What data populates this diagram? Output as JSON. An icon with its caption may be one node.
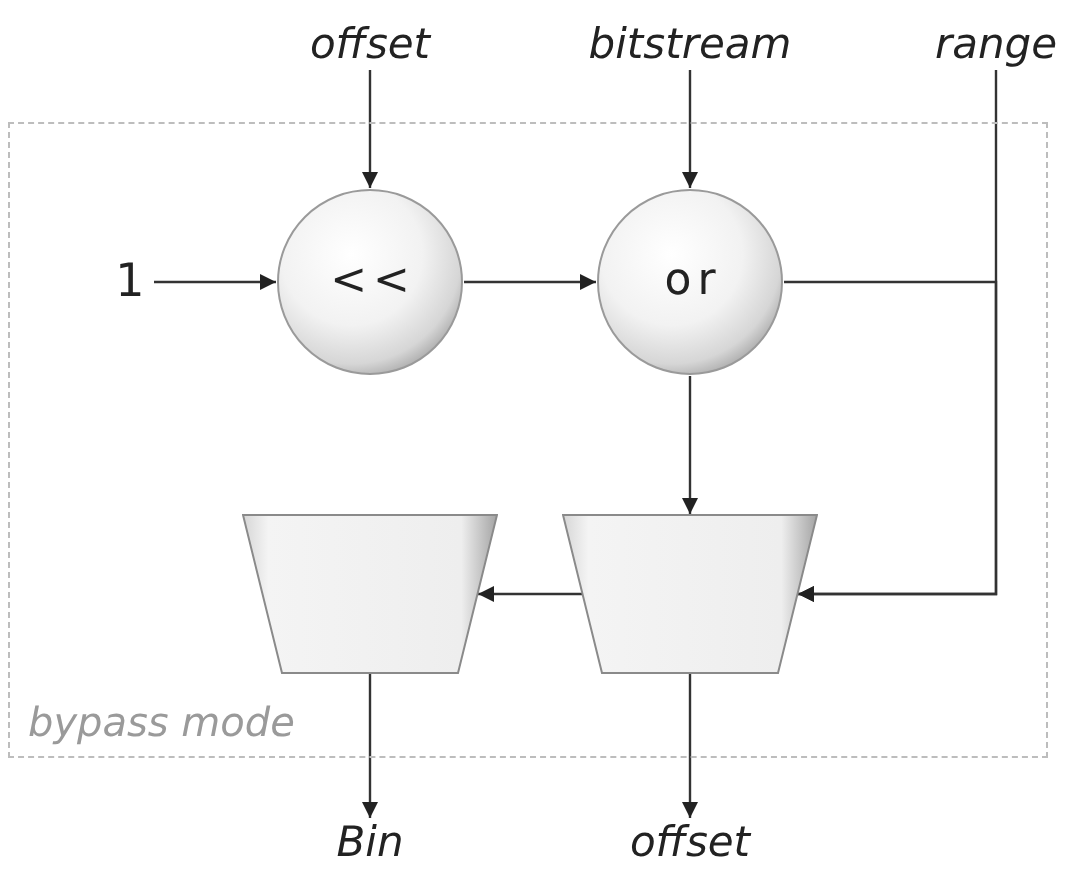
{
  "diagram": {
    "nodes": [
      {
        "text": [
          "offset"
        ]
      },
      {
        "text": [
          "bitstream"
        ]
      },
      {
        "text": [
          "range"
        ]
      },
      {
        "text": [
          "bypass mode"
        ]
      },
      {
        "text": [
          "1"
        ],
        "in": 3
      },
      {
        "text": [
          "<<"
        ],
        "in": 3
      },
      {
        "text": [
          "or"
        ],
        "in": 3
      },
      {
        "text": [],
        "shape": "trapezoid",
        "in": 3
      },
      {
        "text": [],
        "shape": "trapezoid",
        "in": 3
      },
      {
        "text": [
          "Bin"
        ]
      },
      {
        "text": [
          "offset"
        ]
      }
    ],
    "edges": [
      {
        "from": 0,
        "to": 5,
        "arrow": "to"
      },
      {
        "from": 1,
        "to": 6,
        "arrow": "to"
      },
      {
        "from": 4,
        "to": 5,
        "arrow": "to"
      },
      {
        "from": 5,
        "to": 6,
        "arrow": "to"
      },
      {
        "from": 6,
        "to": 8,
        "arrow": "to"
      },
      {
        "from": 6,
        "to": 8,
        "arrow": "to"
      },
      {
        "from": 2,
        "to": 8,
        "arrow": "to"
      },
      {
        "from": 8,
        "to": 7,
        "arrow": "to"
      },
      {
        "from": 7,
        "to": 9,
        "arrow": "to"
      },
      {
        "from": 8,
        "to": 10,
        "arrow": "to"
      }
    ]
  }
}
